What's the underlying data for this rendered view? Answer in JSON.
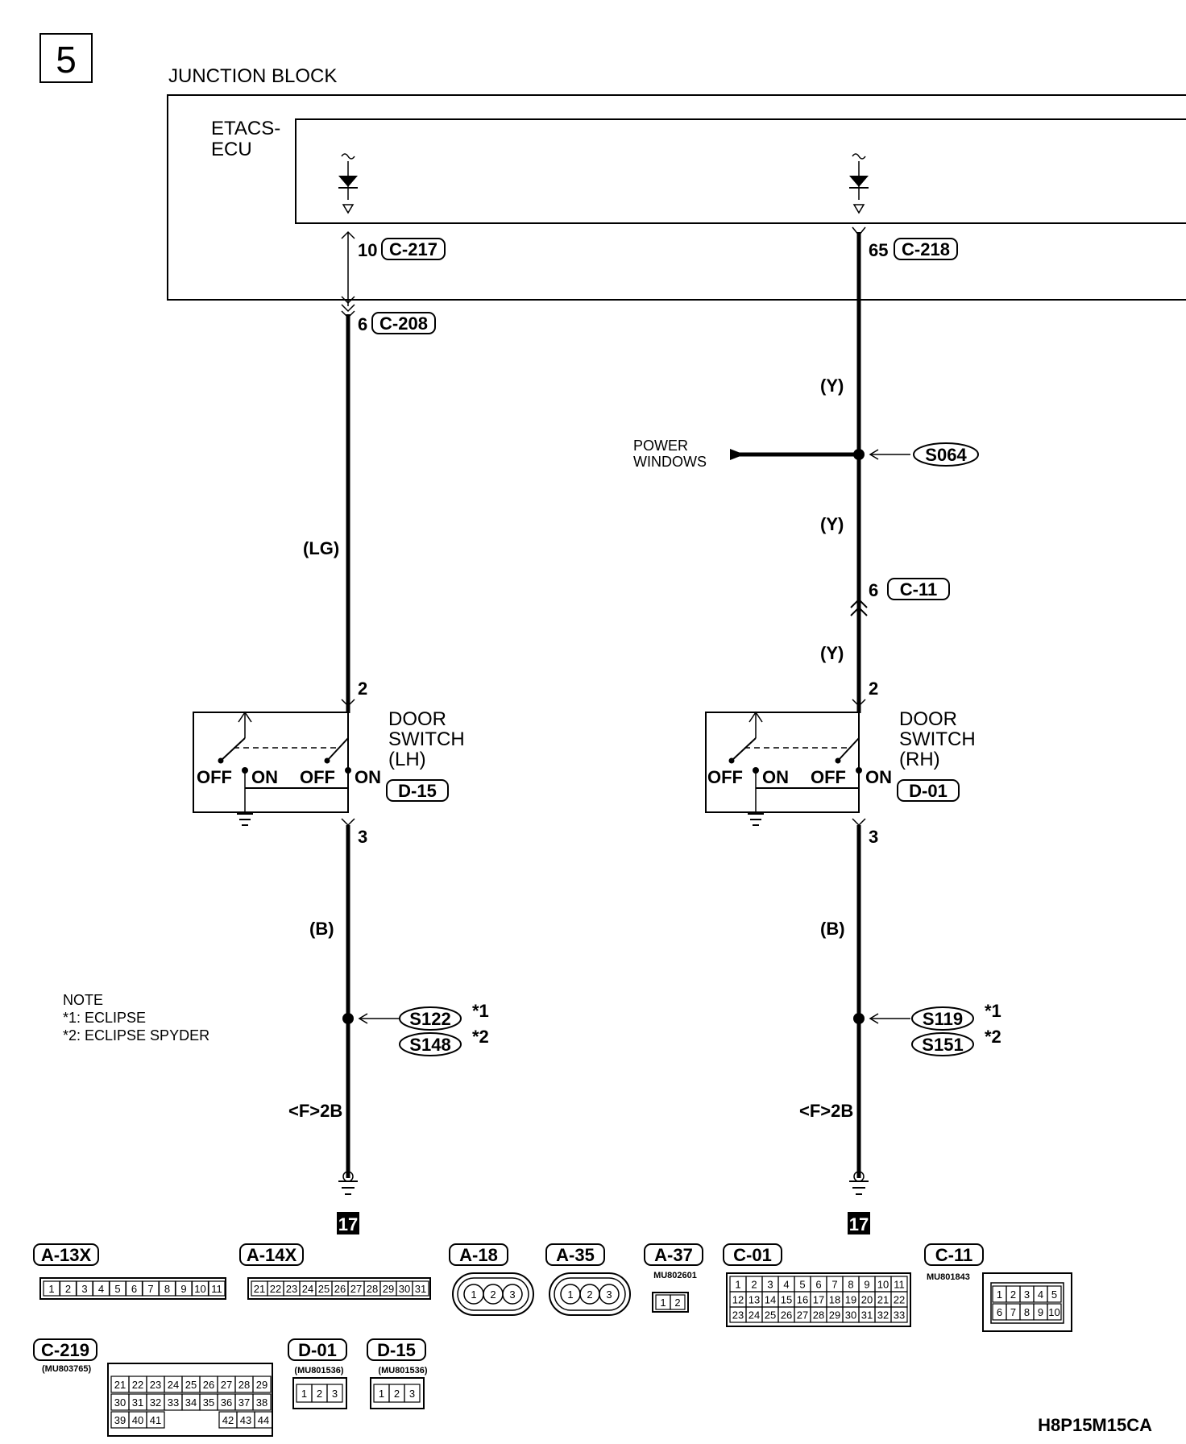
{
  "page_number": "5",
  "junction_block": {
    "title": "JUNCTION BLOCK"
  },
  "ecu": {
    "name_line1": "ETACS-",
    "name_line2": "ECU"
  },
  "left_circuit": {
    "ecu_pin": "10",
    "ecu_connector": "C-217",
    "jb_pin": "6",
    "jb_connector": "C-208",
    "wire_color_main": "(LG)",
    "switch": {
      "name_line1": "DOOR",
      "name_line2": "SWITCH",
      "name_line3": "(LH)",
      "connector": "D-15",
      "pin_in": "2",
      "pin_out": "3",
      "off1": "OFF",
      "on1": "ON",
      "off2": "OFF",
      "on2": "ON"
    },
    "wire_color_ground": "(B)",
    "splice_1": "S122",
    "splice_1_mark": "*1",
    "splice_2": "S148",
    "splice_2_mark": "*2",
    "ground_point": "<F>2B",
    "ground_ref": "17"
  },
  "right_circuit": {
    "ecu_pin": "65",
    "ecu_connector": "C-218",
    "wire_color_top": "(Y)",
    "branch_line1": "POWER",
    "branch_line2": "WINDOWS",
    "branch_splice": "S064",
    "wire_color_mid": "(Y)",
    "inline_pin": "6",
    "inline_connector": "C-11",
    "wire_color_low": "(Y)",
    "switch": {
      "name_line1": "DOOR",
      "name_line2": "SWITCH",
      "name_line3": "(RH)",
      "connector": "D-01",
      "pin_in": "2",
      "pin_out": "3",
      "off1": "OFF",
      "on1": "ON",
      "off2": "OFF",
      "on2": "ON"
    },
    "wire_color_ground": "(B)",
    "splice_1": "S119",
    "splice_1_mark": "*1",
    "splice_2": "S151",
    "splice_2_mark": "*2",
    "ground_point": "<F>2B",
    "ground_ref": "17"
  },
  "note": {
    "title": "NOTE",
    "line1": "*1: ECLIPSE",
    "line2": "*2: ECLIPSE SPYDER"
  },
  "connector_views": {
    "a13x": {
      "label": "A-13X",
      "pins": [
        "1",
        "2",
        "3",
        "4",
        "5",
        "6",
        "7",
        "8",
        "9",
        "10",
        "11"
      ]
    },
    "a14x": {
      "label": "A-14X",
      "pins": [
        "21",
        "22",
        "23",
        "24",
        "25",
        "26",
        "27",
        "28",
        "29",
        "30",
        "31"
      ]
    },
    "a18": {
      "label": "A-18",
      "pins": [
        "1",
        "2",
        "3"
      ]
    },
    "a35": {
      "label": "A-35",
      "pins": [
        "1",
        "2",
        "3"
      ]
    },
    "a37": {
      "label": "A-37",
      "part": "MU802601",
      "pins": [
        "1",
        "2"
      ]
    },
    "c01": {
      "label": "C-01",
      "row1": [
        "1",
        "2",
        "3",
        "4",
        "5",
        "6",
        "7",
        "8",
        "9",
        "10",
        "11"
      ],
      "row2": [
        "12",
        "13",
        "14",
        "15",
        "16",
        "17",
        "18",
        "19",
        "20",
        "21",
        "22"
      ],
      "row3": [
        "23",
        "24",
        "25",
        "26",
        "27",
        "28",
        "29",
        "30",
        "31",
        "32",
        "33"
      ]
    },
    "c11": {
      "label": "C-11",
      "part": "MU801843",
      "row1": [
        "1",
        "2",
        "3",
        "4",
        "5"
      ],
      "row2": [
        "6",
        "7",
        "8",
        "9",
        "10"
      ]
    },
    "c219": {
      "label": "C-219",
      "part": "(MU803765)",
      "row1": [
        "21",
        "22",
        "23",
        "24",
        "25",
        "26",
        "27",
        "28",
        "29"
      ],
      "row2": [
        "30",
        "31",
        "32",
        "33",
        "34",
        "35",
        "36",
        "37",
        "38"
      ],
      "row3": [
        "39",
        "40",
        "41",
        "42",
        "43",
        "44"
      ]
    },
    "d01": {
      "label": "D-01",
      "part": "(MU801536)",
      "pins": [
        "1",
        "2",
        "3"
      ]
    },
    "d15": {
      "label": "D-15",
      "part": "(MU801536)",
      "pins": [
        "1",
        "2",
        "3"
      ]
    }
  },
  "figure_code": "H8P15M15CA"
}
